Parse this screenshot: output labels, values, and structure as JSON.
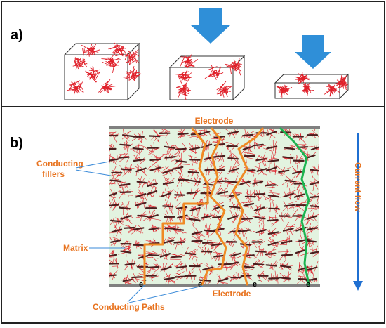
{
  "panel_a": {
    "label": "a)"
  },
  "panel_b": {
    "label": "b)",
    "electrode_top": "Electrode",
    "electrode_bottom": "Electrode",
    "conducting_fillers_line1": "Conducting",
    "conducting_fillers_line2": "fillers",
    "matrix_label": "Matrix",
    "conducting_paths_label": "Conducting Paths",
    "current_flow_label": "Current flow",
    "electron_symbol": "e",
    "electron_superscript": "-"
  },
  "colors": {
    "orange_text": "#e8731f",
    "orange_path": "#f08a24",
    "green_path": "#1db34f",
    "arrow_blue": "#2f8fd8",
    "current_arrow": "#1f6fd1",
    "matrix_fill": "#e3f3e0",
    "filler_red": "#e0202a",
    "filler_dark": "#4a1e1e",
    "electrode_gray": "#808080",
    "leader_blue": "#3a8ad8"
  }
}
